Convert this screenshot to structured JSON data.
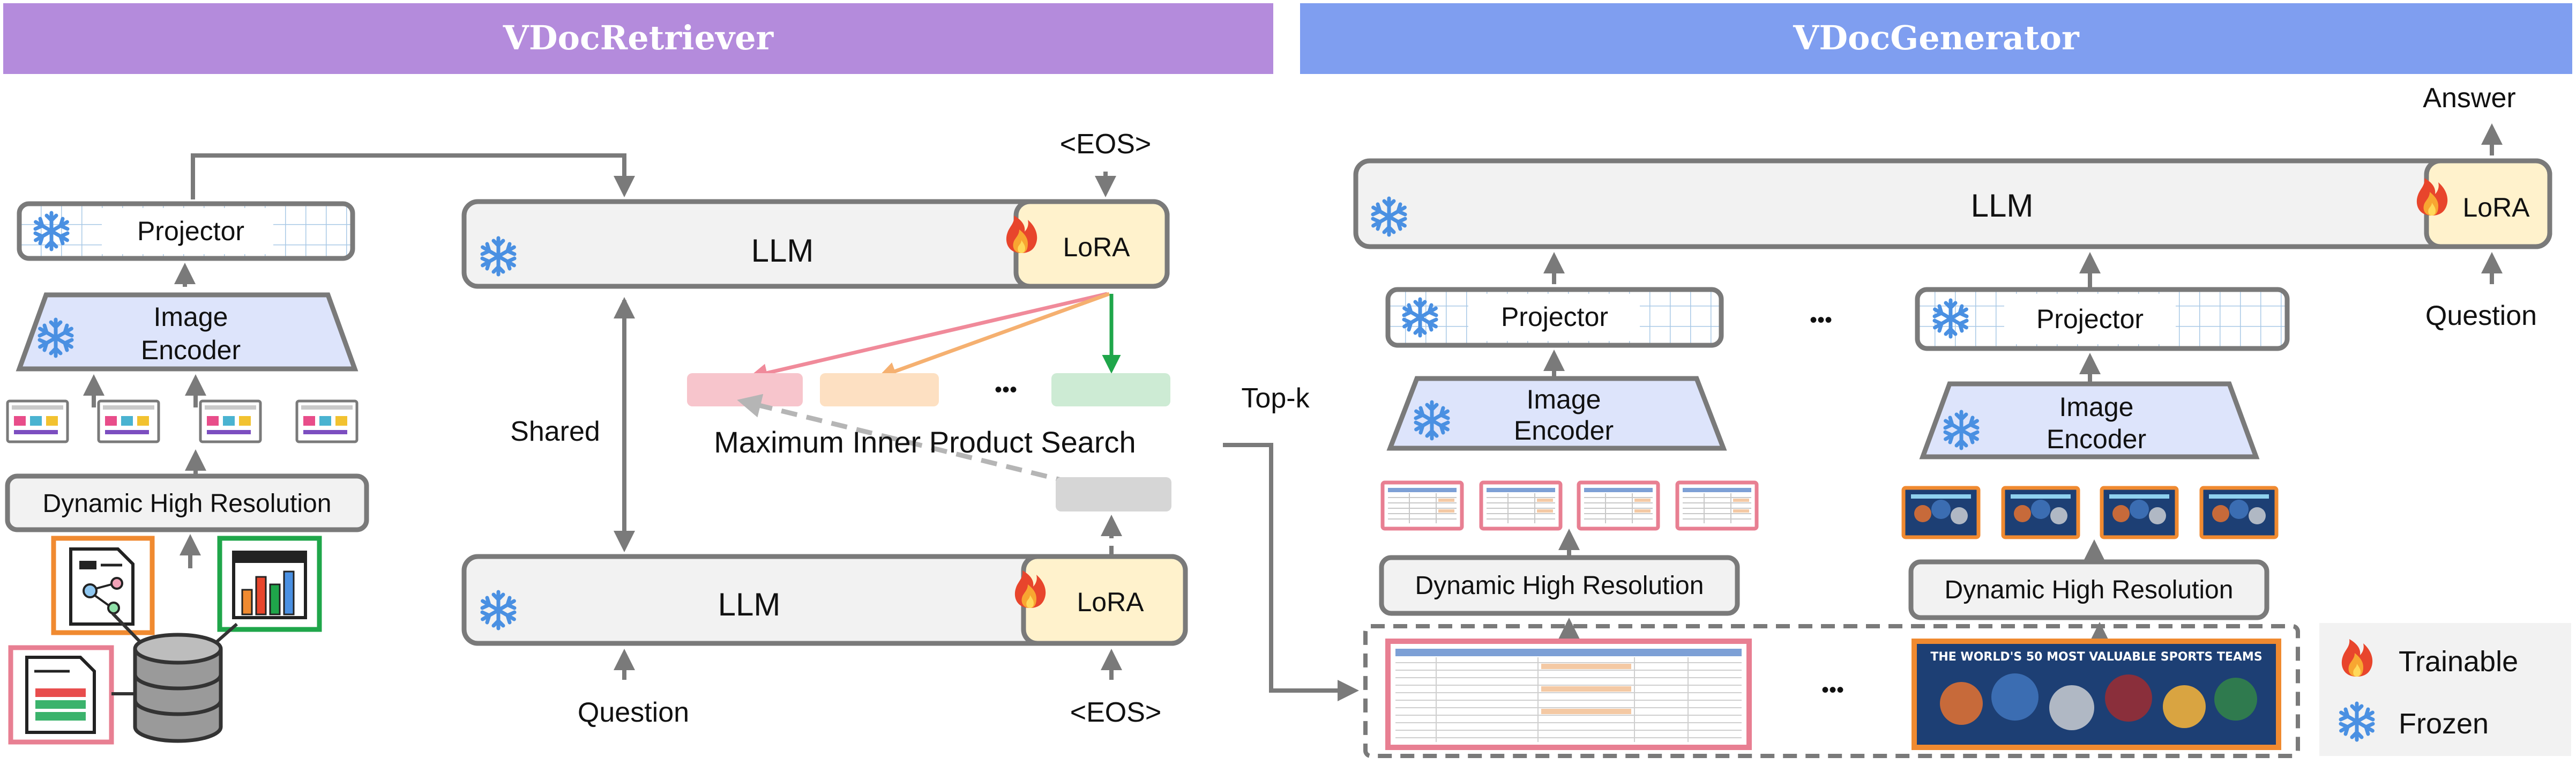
{
  "retriever": {
    "title": "VDocRetriever",
    "projector": "Projector",
    "image_encoder_line1": "Image",
    "image_encoder_line2": "Encoder",
    "dynamic_high_resolution": "Dynamic High Resolution",
    "llm_top": "LLM",
    "llm_bottom": "LLM",
    "lora_top": "LoRA",
    "lora_bottom": "LoRA",
    "eos_top": "<EOS>",
    "eos_bottom": "<EOS>",
    "shared": "Shared",
    "question": "Question",
    "mips": "Maximum Inner Product Search",
    "ellipsis": "•••",
    "embedding_colors": [
      "#f7c5cc",
      "#fde0c2",
      "#cdebd4",
      "#d6d6d6"
    ]
  },
  "connector": {
    "topk": "Top-k"
  },
  "generator": {
    "title": "VDocGenerator",
    "llm": "LLM",
    "lora": "LoRA",
    "answer": "Answer",
    "question": "Question",
    "projector_left": "Projector",
    "projector_right": "Projector",
    "image_encoder_line1": "Image",
    "image_encoder_line2": "Encoder",
    "dynamic_high_resolution_left": "Dynamic High Resolution",
    "dynamic_high_resolution_right": "Dynamic High Resolution",
    "ellipsis": "•••",
    "doc_poster_title": "THE WORLD'S 50 MOST VALUABLE SPORTS TEAMS"
  },
  "legend": {
    "trainable": "Trainable",
    "frozen": "Frozen"
  },
  "colors": {
    "retriever_banner": "#b48bdc",
    "generator_banner": "#7f9ef0",
    "frozen_blue": "#4a90e2",
    "fire_orange": "#f08a24",
    "fire_red": "#e8452c",
    "arrow_pink": "#f08a9a",
    "arrow_orange": "#f5b070",
    "arrow_green": "#1fa64a",
    "frame_orange": "#f08a30",
    "frame_green": "#1fa64a",
    "frame_pink": "#e87f92"
  }
}
